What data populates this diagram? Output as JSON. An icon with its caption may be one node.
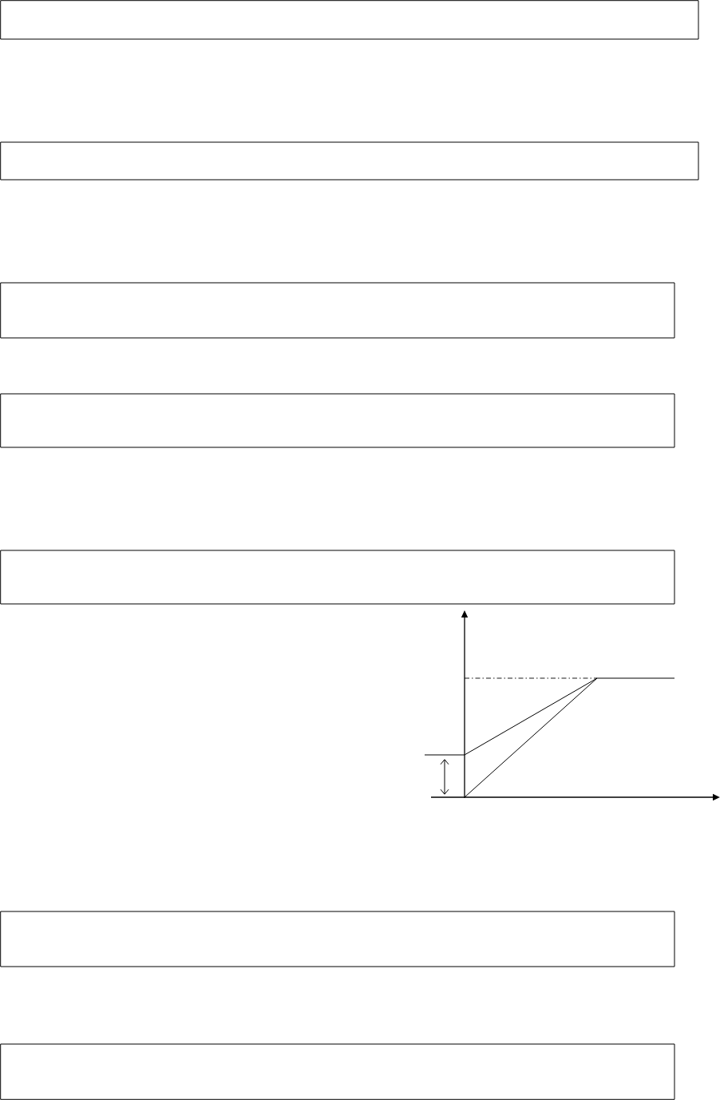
{
  "diagram": {
    "nodes": [
      {
        "text": [],
        "shape": "box"
      },
      {
        "text": [],
        "shape": "box"
      },
      {
        "text": [],
        "shape": "box"
      },
      {
        "text": [],
        "shape": "box"
      },
      {
        "text": [],
        "shape": "box"
      },
      {
        "text": [],
        "shape": "box"
      },
      {
        "text": [],
        "shape": "box"
      }
    ]
  }
}
